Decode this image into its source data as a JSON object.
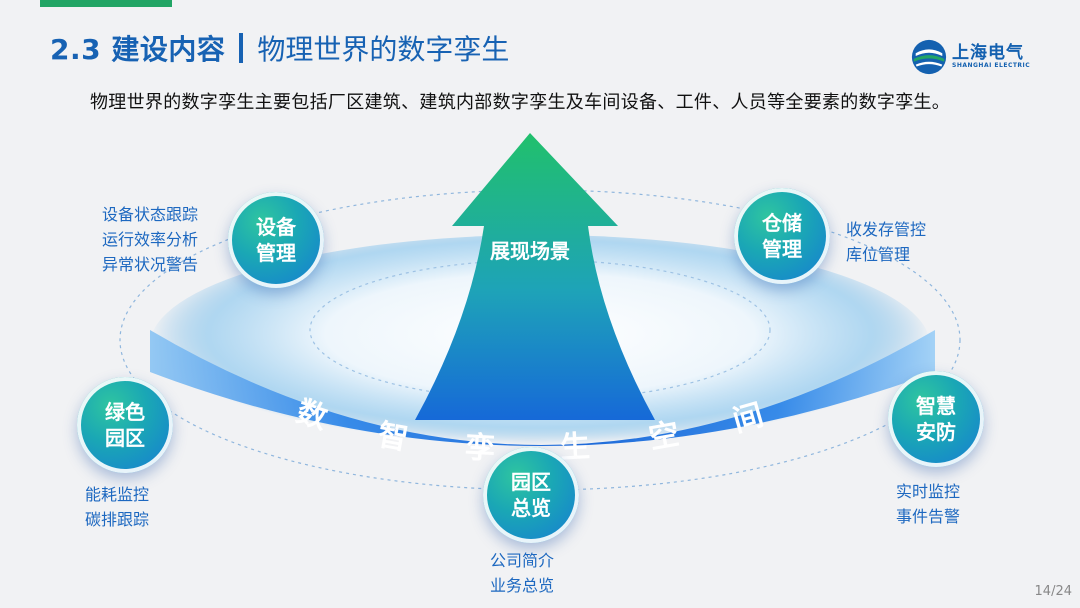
{
  "header": {
    "section_number": "2.3 建设内容",
    "section_title": "物理世界的数字孪生"
  },
  "logo": {
    "name_cn": "上海电气",
    "name_en": "SHANGHAI ELECTRIC"
  },
  "subtitle": "物理世界的数字孪生主要包括厂区建筑、建筑内部数字孪生及车间设备、工件、人员等全要素的数字孪生。",
  "center_arrow": {
    "label": "展现场景"
  },
  "arc_band": {
    "chars": [
      "数",
      "智",
      "孪",
      "生",
      "空",
      "间"
    ]
  },
  "nodes": {
    "equipment": {
      "label": "设备\n管理",
      "desc": "设备状态跟踪\n运行效率分析\n异常状况警告"
    },
    "warehouse": {
      "label": "仓储\n管理",
      "desc": "收发存管控\n库位管理"
    },
    "green": {
      "label": "绿色\n园区",
      "desc": "能耗监控\n碳排跟踪"
    },
    "overview": {
      "label": "园区\n总览",
      "desc": "公司简介\n业务总览"
    },
    "security": {
      "label": "智慧\n安防",
      "desc": "实时监控\n事件告警"
    }
  },
  "colors": {
    "brand_blue": "#1762b3",
    "green_accent": "#22a565",
    "desc_blue": "#1d68c0"
  },
  "page_number": "14/24"
}
